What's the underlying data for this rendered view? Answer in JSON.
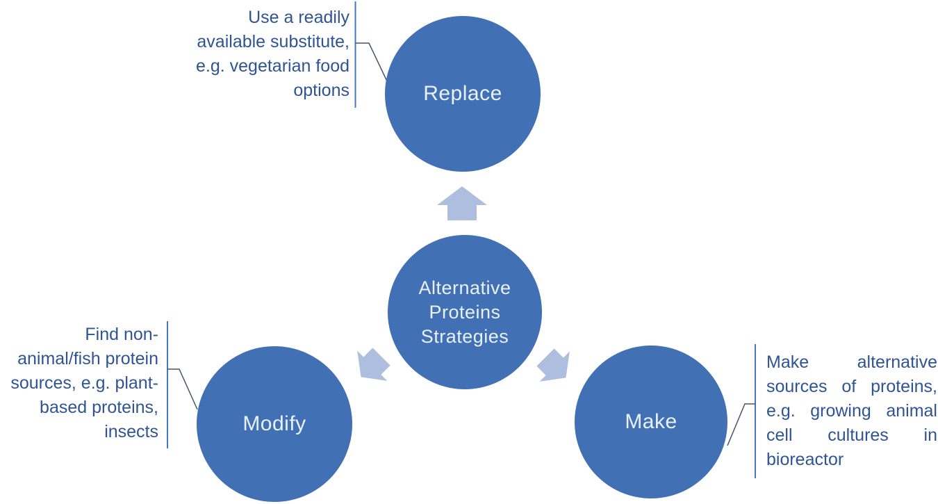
{
  "diagram": {
    "type": "radial-strategy-diagram",
    "colors": {
      "node_fill": "#4170b4",
      "node_text": "#e9f1fa",
      "arrow_fill": "#aebede",
      "annotation_text": "#2f5496",
      "divider_bar": "#4476c6",
      "callout_line": "#44546a",
      "background": "#ffffff"
    },
    "nodes": {
      "center": {
        "label": "Alternative Proteins Strategies",
        "lines": [
          "Alternative",
          "Proteins",
          "Strategies"
        ]
      },
      "replace": {
        "label": "Replace"
      },
      "modify": {
        "label": "Modify"
      },
      "make": {
        "label": "Make"
      }
    },
    "arrows": [
      {
        "name": "arrow-up",
        "direction": "up",
        "from": "center",
        "to": "replace"
      },
      {
        "name": "arrow-down-left",
        "direction": "down-left",
        "from": "center",
        "to": "modify"
      },
      {
        "name": "arrow-down-right",
        "direction": "down-right",
        "from": "center",
        "to": "make"
      }
    ],
    "annotations": {
      "replace": {
        "text": "Use a readily available substitute, e.g. vegetarian food options",
        "lines": [
          "Use a readily",
          "available substitute,",
          "e.g. vegetarian food",
          "options"
        ]
      },
      "modify": {
        "text": "Find non-animal/fish protein sources, e.g. plant-based proteins, insects",
        "lines": [
          "Find non-",
          "animal/fish protein",
          "sources, e.g. plant-",
          "based proteins,",
          "insects"
        ]
      },
      "make": {
        "text": "Make alternative sources of proteins, e.g. growing animal cell cultures in bioreactor",
        "lines": [
          "Make alternative",
          "sources of proteins,",
          "e.g. growing animal",
          "cell cultures in",
          "bioreactor"
        ]
      }
    }
  }
}
